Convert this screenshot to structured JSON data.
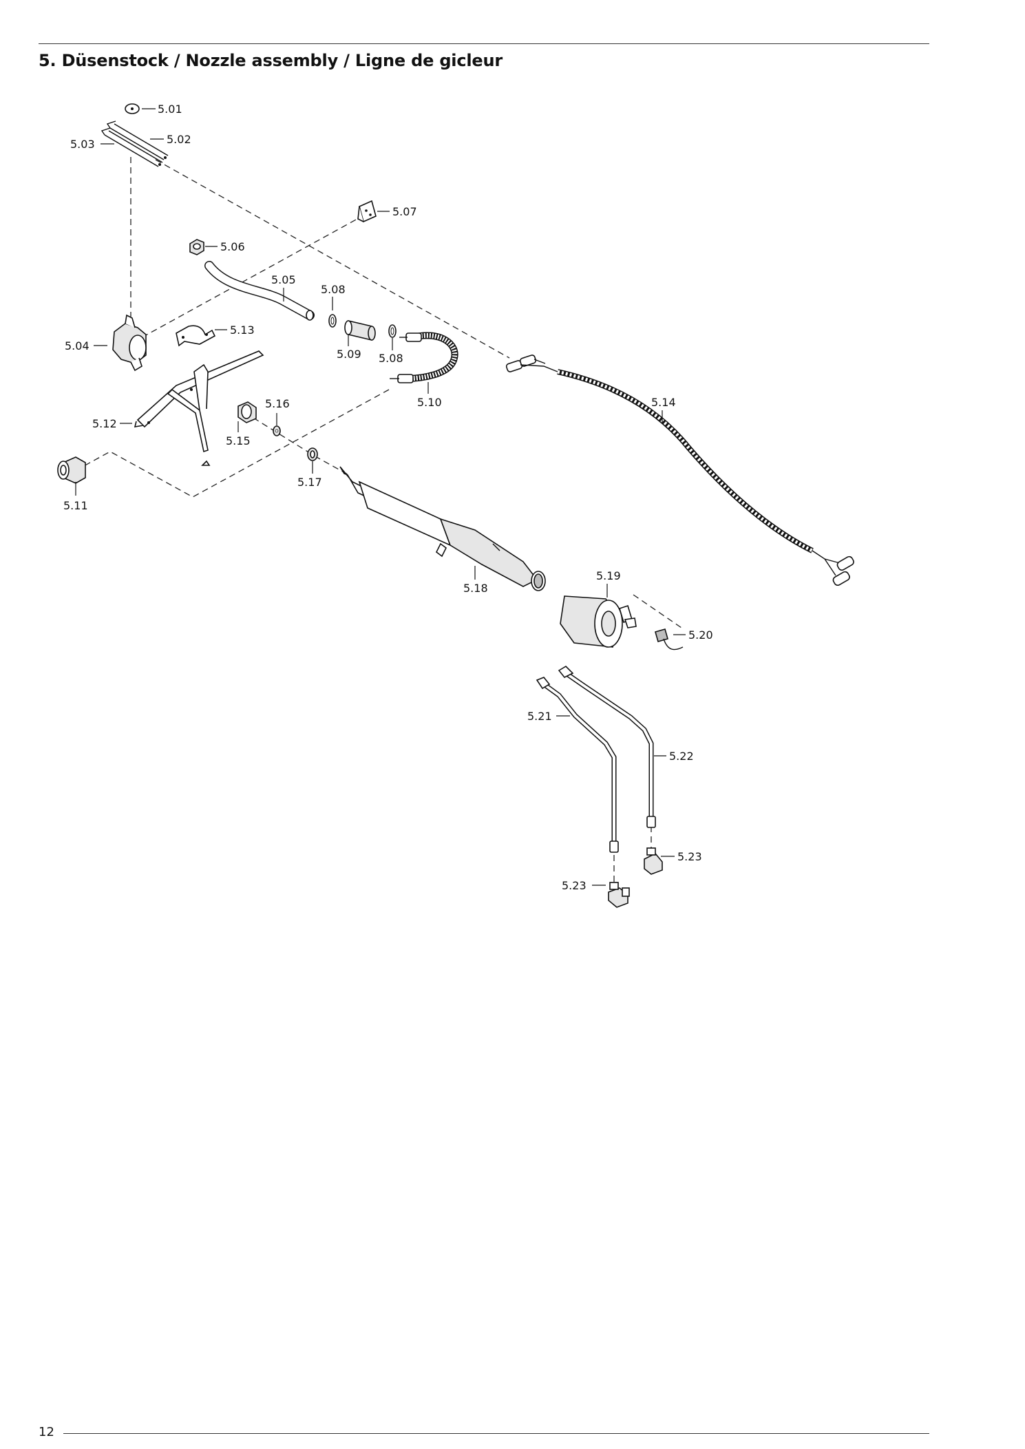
{
  "header": {
    "title": "5. Düsenstock / Nozzle assembly / Ligne de gicleur"
  },
  "footer": {
    "page_number": "12"
  },
  "callouts": {
    "p501": "5.01",
    "p502": "5.02",
    "p503": "5.03",
    "p504": "5.04",
    "p505": "5.05",
    "p506": "5.06",
    "p507": "5.07",
    "p508a": "5.08",
    "p508b": "5.08",
    "p509": "5.09",
    "p510": "5.10",
    "p511": "5.11",
    "p512": "5.12",
    "p513": "5.13",
    "p514": "5.14",
    "p515": "5.15",
    "p516": "5.16",
    "p517": "5.17",
    "p518": "5.18",
    "p519": "5.19",
    "p520": "5.20",
    "p521": "5.21",
    "p522": "5.22",
    "p523a": "5.23",
    "p523b": "5.23"
  }
}
